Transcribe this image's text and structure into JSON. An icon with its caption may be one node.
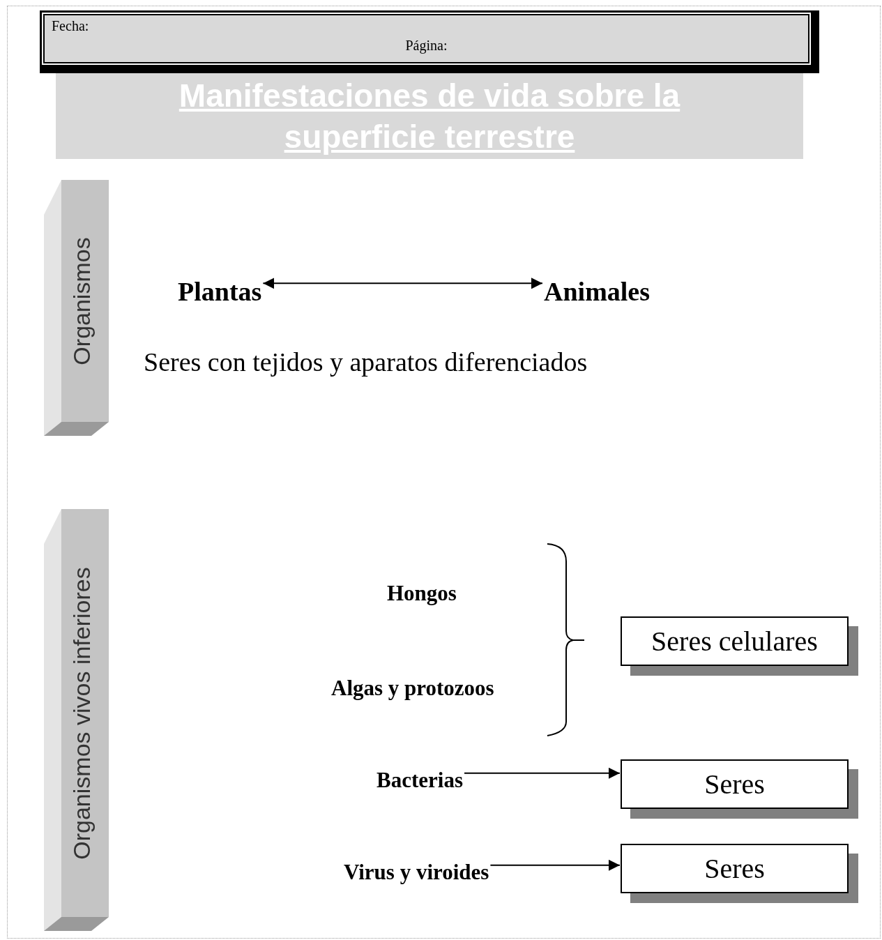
{
  "diagram": {
    "title": "Manifestaciones de vida sobre la superficie terrestre",
    "nodes": [
      {
        "text": [
          "Fecha:",
          "Página:"
        ]
      },
      {
        "text": [
          "Organismos"
        ]
      },
      {
        "text": [
          "Plantas"
        ]
      },
      {
        "text": [
          "Animales"
        ]
      },
      {
        "text": [
          "Organismos vivos inferiores"
        ]
      },
      {
        "text": [
          "Hongos"
        ]
      },
      {
        "text": [
          "Algas y protozoos"
        ]
      },
      {
        "text": [
          "Seres celulares"
        ]
      },
      {
        "text": [
          "Bacterias"
        ]
      },
      {
        "text": [
          "Seres"
        ]
      },
      {
        "text": [
          "Virus y viroides"
        ]
      },
      {
        "text": [
          "Seres"
        ]
      }
    ],
    "edges": [
      {
        "from": 2,
        "to": 3,
        "arrow": "both"
      },
      {
        "from": 8,
        "to": 9,
        "arrow": "to"
      },
      {
        "from": 10,
        "to": 11,
        "arrow": "to"
      }
    ],
    "labels": [
      "Seres con tejidos y aparatos diferenciados"
    ]
  }
}
